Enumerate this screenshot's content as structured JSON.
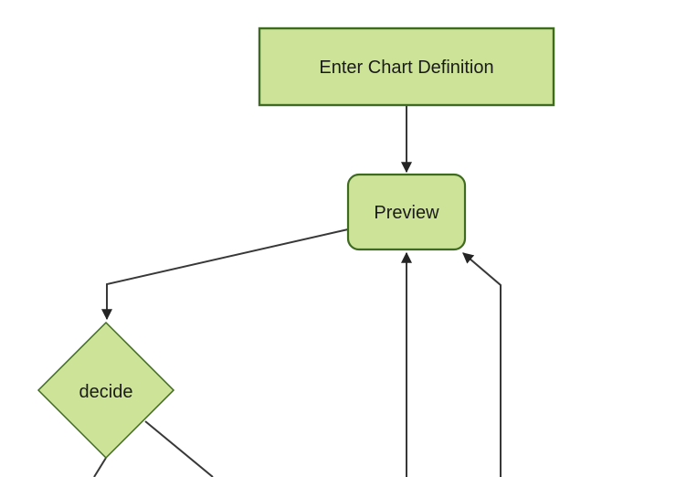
{
  "diagram": {
    "type": "flowchart",
    "direction": "top-down",
    "nodes": [
      {
        "id": "enter-chart-definition",
        "shape": "rectangle",
        "label": "Enter Chart Definition"
      },
      {
        "id": "preview",
        "shape": "rounded-rectangle",
        "label": "Preview"
      },
      {
        "id": "decide",
        "shape": "diamond",
        "label": "decide"
      }
    ],
    "edges": [
      {
        "from": "enter-chart-definition",
        "to": "preview",
        "arrow": true
      },
      {
        "from": "preview",
        "to": "decide",
        "arrow": true
      },
      {
        "from": "offscreen-bottom-center",
        "to": "preview",
        "arrow": true
      },
      {
        "from": "offscreen-bottom-right",
        "to": "preview",
        "arrow": true
      },
      {
        "from": "decide",
        "to": "offscreen-bottom-left",
        "arrow": false
      },
      {
        "from": "decide",
        "to": "offscreen-bottom-right",
        "arrow": false
      }
    ]
  },
  "colors": {
    "canvas_bg": "#ffffff",
    "node_fill": "#cde498",
    "node_border": "#3f6b21",
    "edge_color": "#383838",
    "arrow_color": "#242424",
    "text_color": "#1a1a1a"
  }
}
